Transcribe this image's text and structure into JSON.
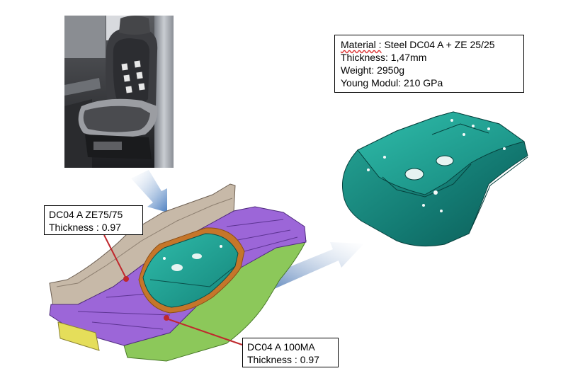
{
  "material_box": {
    "material_prefix": "Material :",
    "material_value": " Steel DC04 A + ZE 25/25",
    "thickness": "Thickness: 1,47mm",
    "weight": "Weight: 2950g",
    "young_prefix": "Young Modul",
    "young_value": ": 210 GPa"
  },
  "callouts": {
    "zinc": {
      "line1": "DC04 A ZE75/75",
      "line2": "Thickness : 0.97"
    },
    "ma": {
      "line1": "DC04 A 100MA",
      "line2": "Thickness : 0.97"
    }
  },
  "colors": {
    "seat_bracket": "#1a8a80",
    "floor_panel": "#9c66d8",
    "side_panel": "#c7b9a8",
    "rail": "#8cc85a",
    "arrow": "#4c7fc0",
    "leader": "#c0282d"
  },
  "icons": {
    "seat_photo": "car-seat-photo",
    "flow_arrow": "gradient-arrow"
  }
}
